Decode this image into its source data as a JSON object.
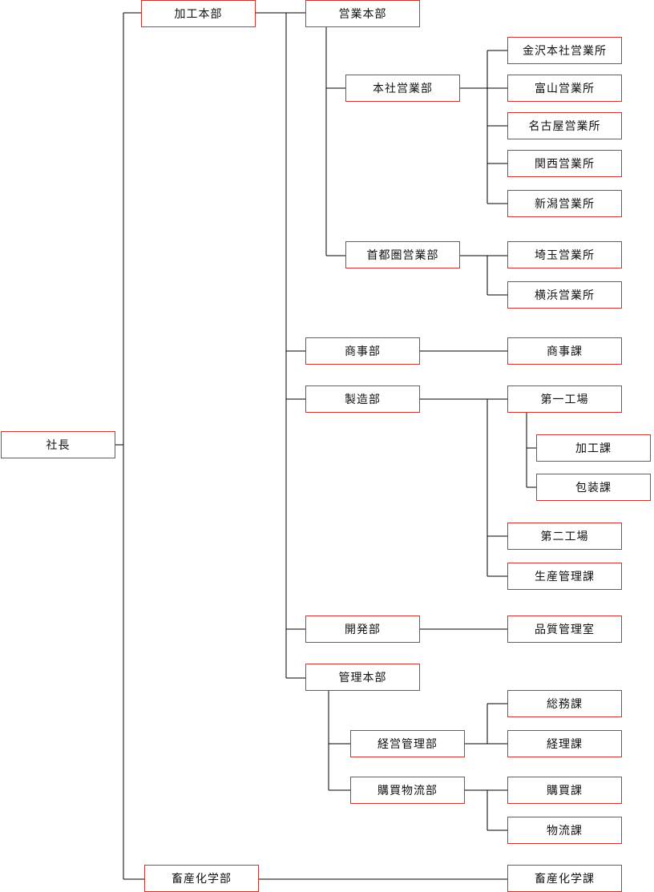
{
  "chart": {
    "root": "社長",
    "kako_honbu": "加工本部",
    "eigyo_honbu": "営業本部",
    "honsha_eigyobu": "本社営業部",
    "kanazawa": "金沢本社営業所",
    "toyama": "富山営業所",
    "nagoya": "名古屋営業所",
    "kansai": "関西営業所",
    "niigata": "新潟営業所",
    "shutoken_eigyobu": "首都圏営業部",
    "saitama": "埼玉営業所",
    "yokohama": "横浜営業所",
    "shojibu": "商事部",
    "shojika": "商事課",
    "seizobu": "製造部",
    "daiichi_kojo": "第一工場",
    "kakoka": "加工課",
    "hosoka": "包装課",
    "daini_kojo": "第二工場",
    "seisan_kanrika": "生産管理課",
    "kaihatsubu": "開発部",
    "hinshitsu_kanrishitsu": "品質管理室",
    "kanri_honbu": "管理本部",
    "keiei_kanribu": "経営管理部",
    "somuka": "総務課",
    "keirika": "経理課",
    "kobai_butsuryubu": "購買物流部",
    "kobaika": "購買課",
    "butsuryuka": "物流課",
    "chikusan_kagakubu": "畜産化学部",
    "chikusan_kagakuka": "畜産化学課"
  }
}
